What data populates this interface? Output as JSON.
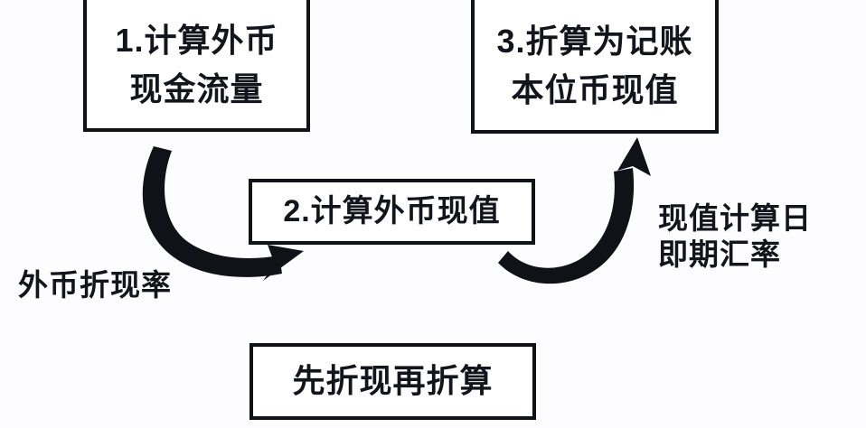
{
  "diagram": {
    "title_sequence": [
      "1",
      "2",
      "3"
    ],
    "background_color": "#fdfdff",
    "stroke_color": "#111118",
    "text_color": "#14141c",
    "nodes": {
      "step1": {
        "lines": [
          "1.计算外币",
          "现金流量"
        ],
        "line1": "1.计算外币",
        "line2": "现金流量"
      },
      "step2": {
        "lines": [
          "2.计算外币现值"
        ],
        "line1": "2.计算外币现值"
      },
      "step3": {
        "lines": [
          "3.折算为记账",
          "本位币现值"
        ],
        "line1": "3.折算为记账",
        "line2": "本位币现值"
      },
      "summary": {
        "lines": [
          "先折现再折算"
        ],
        "line1": "先折现再折算"
      }
    },
    "edges": {
      "left": {
        "label": "外币折现率",
        "from": "step1",
        "to": "step2",
        "direction": "curved-arrow-right"
      },
      "right": {
        "label_line1": "现值计算日",
        "label_line2": "即期汇率",
        "from": "step2",
        "to": "step3",
        "direction": "curved-arrow-up"
      }
    },
    "icons": {
      "left_arrow": "curved-arrow-icon",
      "right_arrow": "curved-arrow-icon"
    }
  }
}
